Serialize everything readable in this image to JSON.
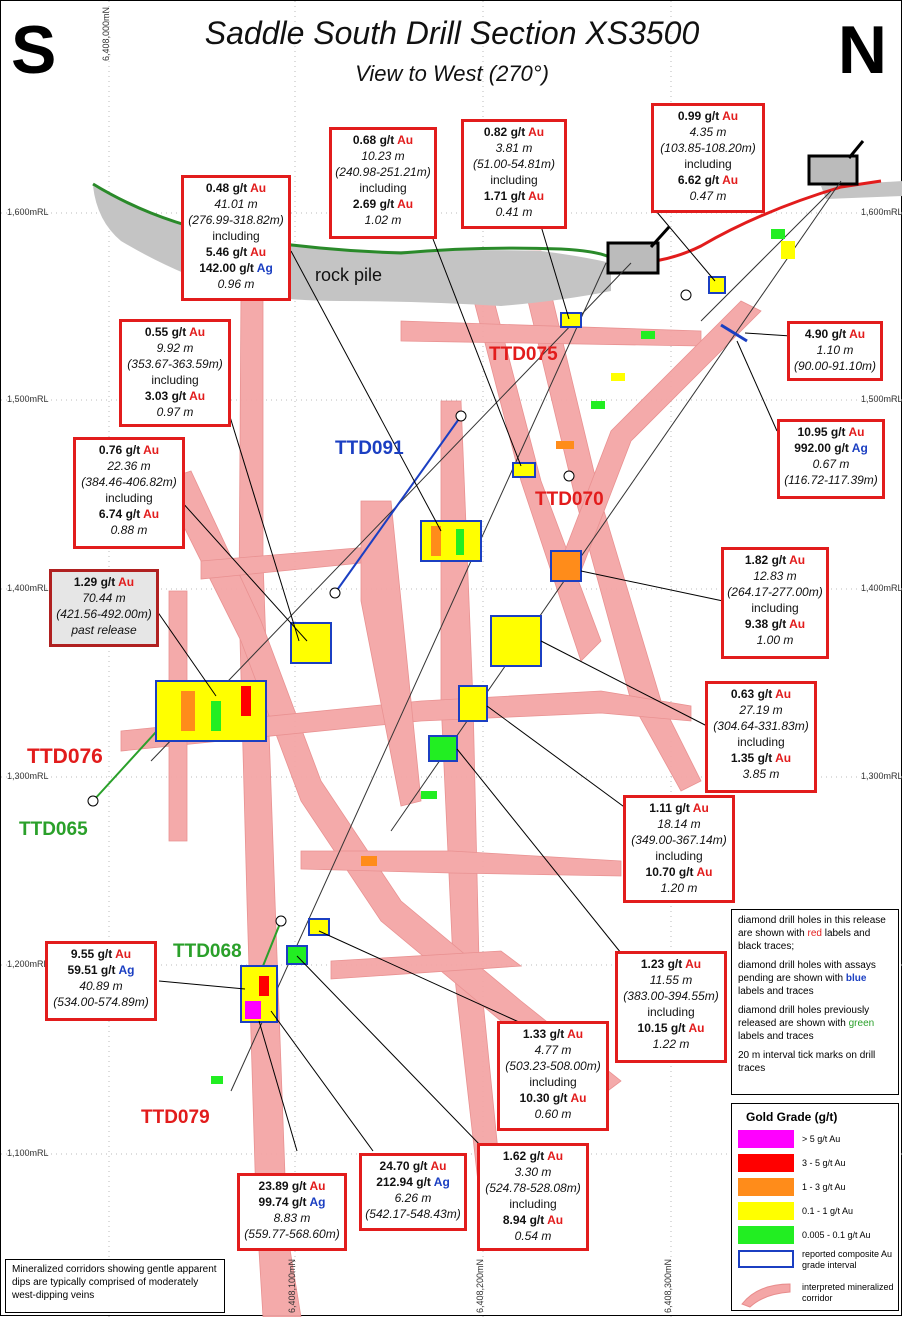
{
  "header": {
    "title": "Saddle South Drill Section XS3500",
    "subtitle": "View to West (270°)",
    "left_dir": "S",
    "right_dir": "N"
  },
  "rl_labels": [
    "1,600mRL",
    "1,500mRL",
    "1,400mRL",
    "1,300mRL",
    "1,200mRL",
    "1,100mRL"
  ],
  "easting_labels": [
    "6,408,000mN",
    "6,408,100mN",
    "6,408,200mN",
    "6,408,300mN"
  ],
  "rock_pile": "rock pile",
  "holes": {
    "ttd075": "TTD075",
    "ttd091": "TTD091",
    "ttd070": "TTD070",
    "ttd076": "TTD076",
    "ttd065": "TTD065",
    "ttd068": "TTD068",
    "ttd079": "TTD079"
  },
  "intercepts": {
    "b1": {
      "g1": "0.48 g/t",
      "a1": "Au",
      "w": "41.01 m",
      "r": "(276.99-318.82m)",
      "inc": "including",
      "g2": "5.46 g/t",
      "a2": "Au",
      "g3": "142.00 g/t",
      "a3": "Ag",
      "w2": "0.96 m"
    },
    "b2": {
      "g1": "0.68 g/t",
      "a1": "Au",
      "w": "10.23 m",
      "r": "(240.98-251.21m)",
      "inc": "including",
      "g2": "2.69 g/t",
      "a2": "Au",
      "w2": "1.02 m"
    },
    "b3": {
      "g1": "0.82 g/t",
      "a1": "Au",
      "w": "3.81 m",
      "r": "(51.00-54.81m)",
      "inc": "including",
      "g2": "1.71 g/t",
      "a2": "Au",
      "w2": "0.41 m"
    },
    "b4": {
      "g1": "0.99 g/t",
      "a1": "Au",
      "w": "4.35 m",
      "r": "(103.85-108.20m)",
      "inc": "including",
      "g2": "6.62 g/t",
      "a2": "Au",
      "w2": "0.47 m"
    },
    "b5": {
      "g1": "4.90 g/t",
      "a1": "Au",
      "w": "1.10 m",
      "r": "(90.00-91.10m)"
    },
    "b6": {
      "g1": "0.55 g/t",
      "a1": "Au",
      "w": "9.92 m",
      "r": "(353.67-363.59m)",
      "inc": "including",
      "g2": "3.03 g/t",
      "a2": "Au",
      "w2": "0.97 m"
    },
    "b7": {
      "g1": "10.95 g/t",
      "a1": "Au",
      "g3": "992.00 g/t",
      "a3": "Ag",
      "w": "0.67 m",
      "r": "(116.72-117.39m)"
    },
    "b8": {
      "g1": "0.76 g/t",
      "a1": "Au",
      "w": "22.36 m",
      "r": "(384.46-406.82m)",
      "inc": "including",
      "g2": "6.74 g/t",
      "a2": "Au",
      "w2": "0.88 m"
    },
    "b9": {
      "g1": "1.29 g/t",
      "a1": "Au",
      "w": "70.44 m",
      "r": "(421.56-492.00m)",
      "note": "past release"
    },
    "b10": {
      "g1": "1.82 g/t",
      "a1": "Au",
      "w": "12.83 m",
      "r": "(264.17-277.00m)",
      "inc": "including",
      "g2": "9.38 g/t",
      "a2": "Au",
      "w2": "1.00 m"
    },
    "b11": {
      "g1": "0.63 g/t",
      "a1": "Au",
      "w": "27.19 m",
      "r": "(304.64-331.83m)",
      "inc": "including",
      "g2": "1.35 g/t",
      "a2": "Au",
      "w2": "3.85 m"
    },
    "b12": {
      "g1": "1.11 g/t",
      "a1": "Au",
      "w": "18.14 m",
      "r": "(349.00-367.14m)",
      "inc": "including",
      "g2": "10.70 g/t",
      "a2": "Au",
      "w2": "1.20 m"
    },
    "b13": {
      "g1": "1.23 g/t",
      "a1": "Au",
      "w": "11.55 m",
      "r": "(383.00-394.55m)",
      "inc": "including",
      "g2": "10.15 g/t",
      "a2": "Au",
      "w2": "1.22 m"
    },
    "b14": {
      "g1": "9.55 g/t",
      "a1": "Au",
      "g3": "59.51 g/t",
      "a3": "Ag",
      "w": "40.89 m",
      "r": "(534.00-574.89m)"
    },
    "b15": {
      "g1": "1.33 g/t",
      "a1": "Au",
      "w": "4.77 m",
      "r": "(503.23-508.00m)",
      "inc": "including",
      "g2": "10.30 g/t",
      "a2": "Au",
      "w2": "0.60 m"
    },
    "b16": {
      "g1": "1.62 g/t",
      "a1": "Au",
      "w": "3.30 m",
      "r": "(524.78-528.08m)",
      "inc": "including",
      "g2": "8.94 g/t",
      "a2": "Au",
      "w2": "0.54 m"
    },
    "b17": {
      "g1": "24.70 g/t",
      "a1": "Au",
      "g3": "212.94 g/t",
      "a3": "Ag",
      "w": "6.26 m",
      "r": "(542.17-548.43m)"
    },
    "b18": {
      "g1": "23.89 g/t",
      "a1": "Au",
      "g3": "99.74 g/t",
      "a3": "Ag",
      "w": "8.83 m",
      "r": "(559.77-568.60m)"
    }
  },
  "notes": {
    "n1a": "diamond drill holes in this release are shown with ",
    "n1b": "red",
    "n1c": " labels and black traces;",
    "n2a": "diamond drill holes with assays pending are shown with ",
    "n2b": "blue",
    "n2c": " labels and traces",
    "n3a": "diamond drill holes previously released are shown with ",
    "n3b": "green",
    "n3c": " labels and traces",
    "n4": "20 m interval tick marks on drill traces"
  },
  "legend": {
    "title": "Gold Grade (g/t)",
    "items": [
      {
        "label": "> 5 g/t Au",
        "color": "#ff00ff"
      },
      {
        "label": "3 - 5 g/t Au",
        "color": "#ff0000"
      },
      {
        "label": "1 - 3 g/t Au",
        "color": "#ff8c1a"
      },
      {
        "label": "0.1 - 1 g/t Au",
        "color": "#ffff00"
      },
      {
        "label": "0.005 - 0.1 g/t Au",
        "color": "#22ee22"
      }
    ],
    "composite": "reported composite Au grade interval",
    "corridor": "interpreted mineralized corridor"
  },
  "bottom_note": "Mineralized corridors showing gentle apparent dips are typically comprised of moderately west-dipping veins",
  "colors": {
    "red": "#e21c1c",
    "blue": "#1b3fc2",
    "green": "#2aa02a",
    "corridor": "#f4a6a6",
    "pile": "#c4c4c4"
  }
}
